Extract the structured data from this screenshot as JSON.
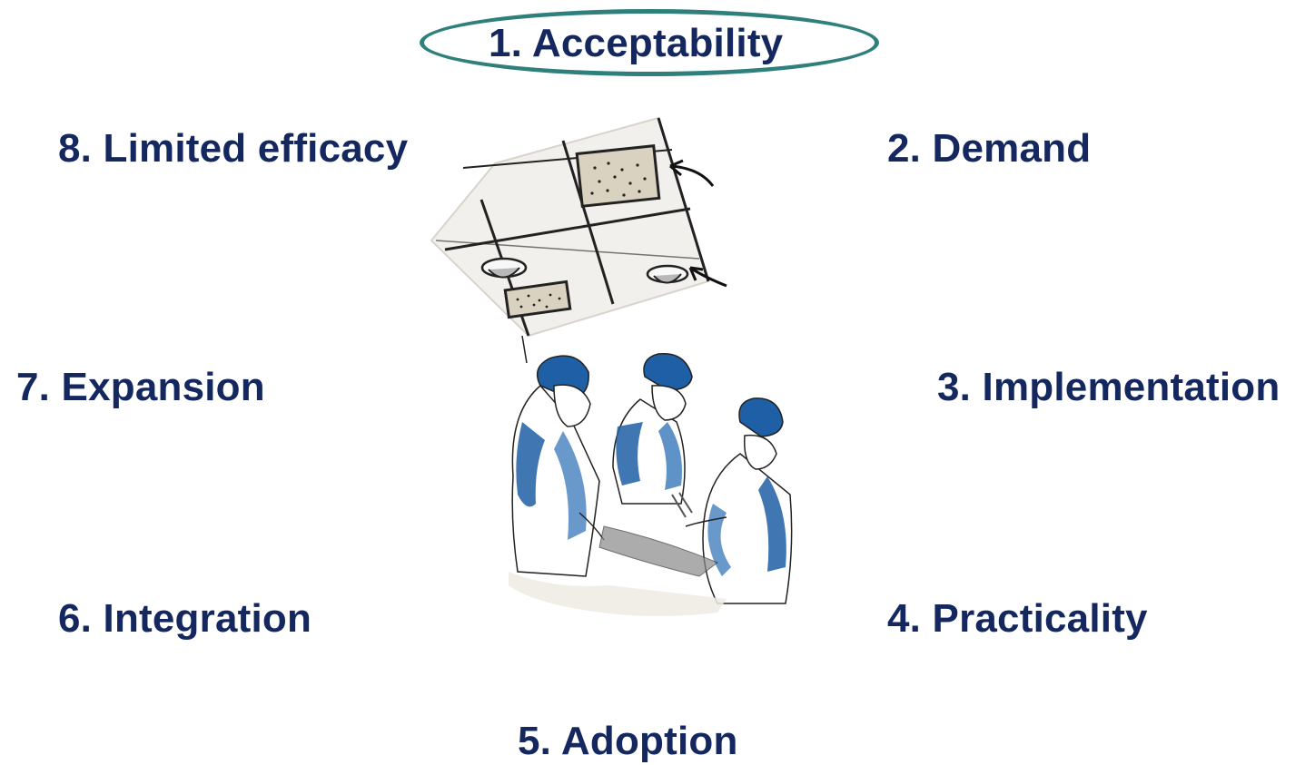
{
  "highlight_color": "#2f7f7c",
  "text_color": "#14275e",
  "illustration": {
    "name": "surgical-team-illustration"
  },
  "items": [
    {
      "label": "1. Acceptability",
      "highlighted": true
    },
    {
      "label": "2. Demand"
    },
    {
      "label": "3. Implementation"
    },
    {
      "label": "4. Practicality"
    },
    {
      "label": "5. Adoption"
    },
    {
      "label": "6. Integration"
    },
    {
      "label": "7. Expansion"
    },
    {
      "label": "8. Limited efficacy"
    }
  ]
}
